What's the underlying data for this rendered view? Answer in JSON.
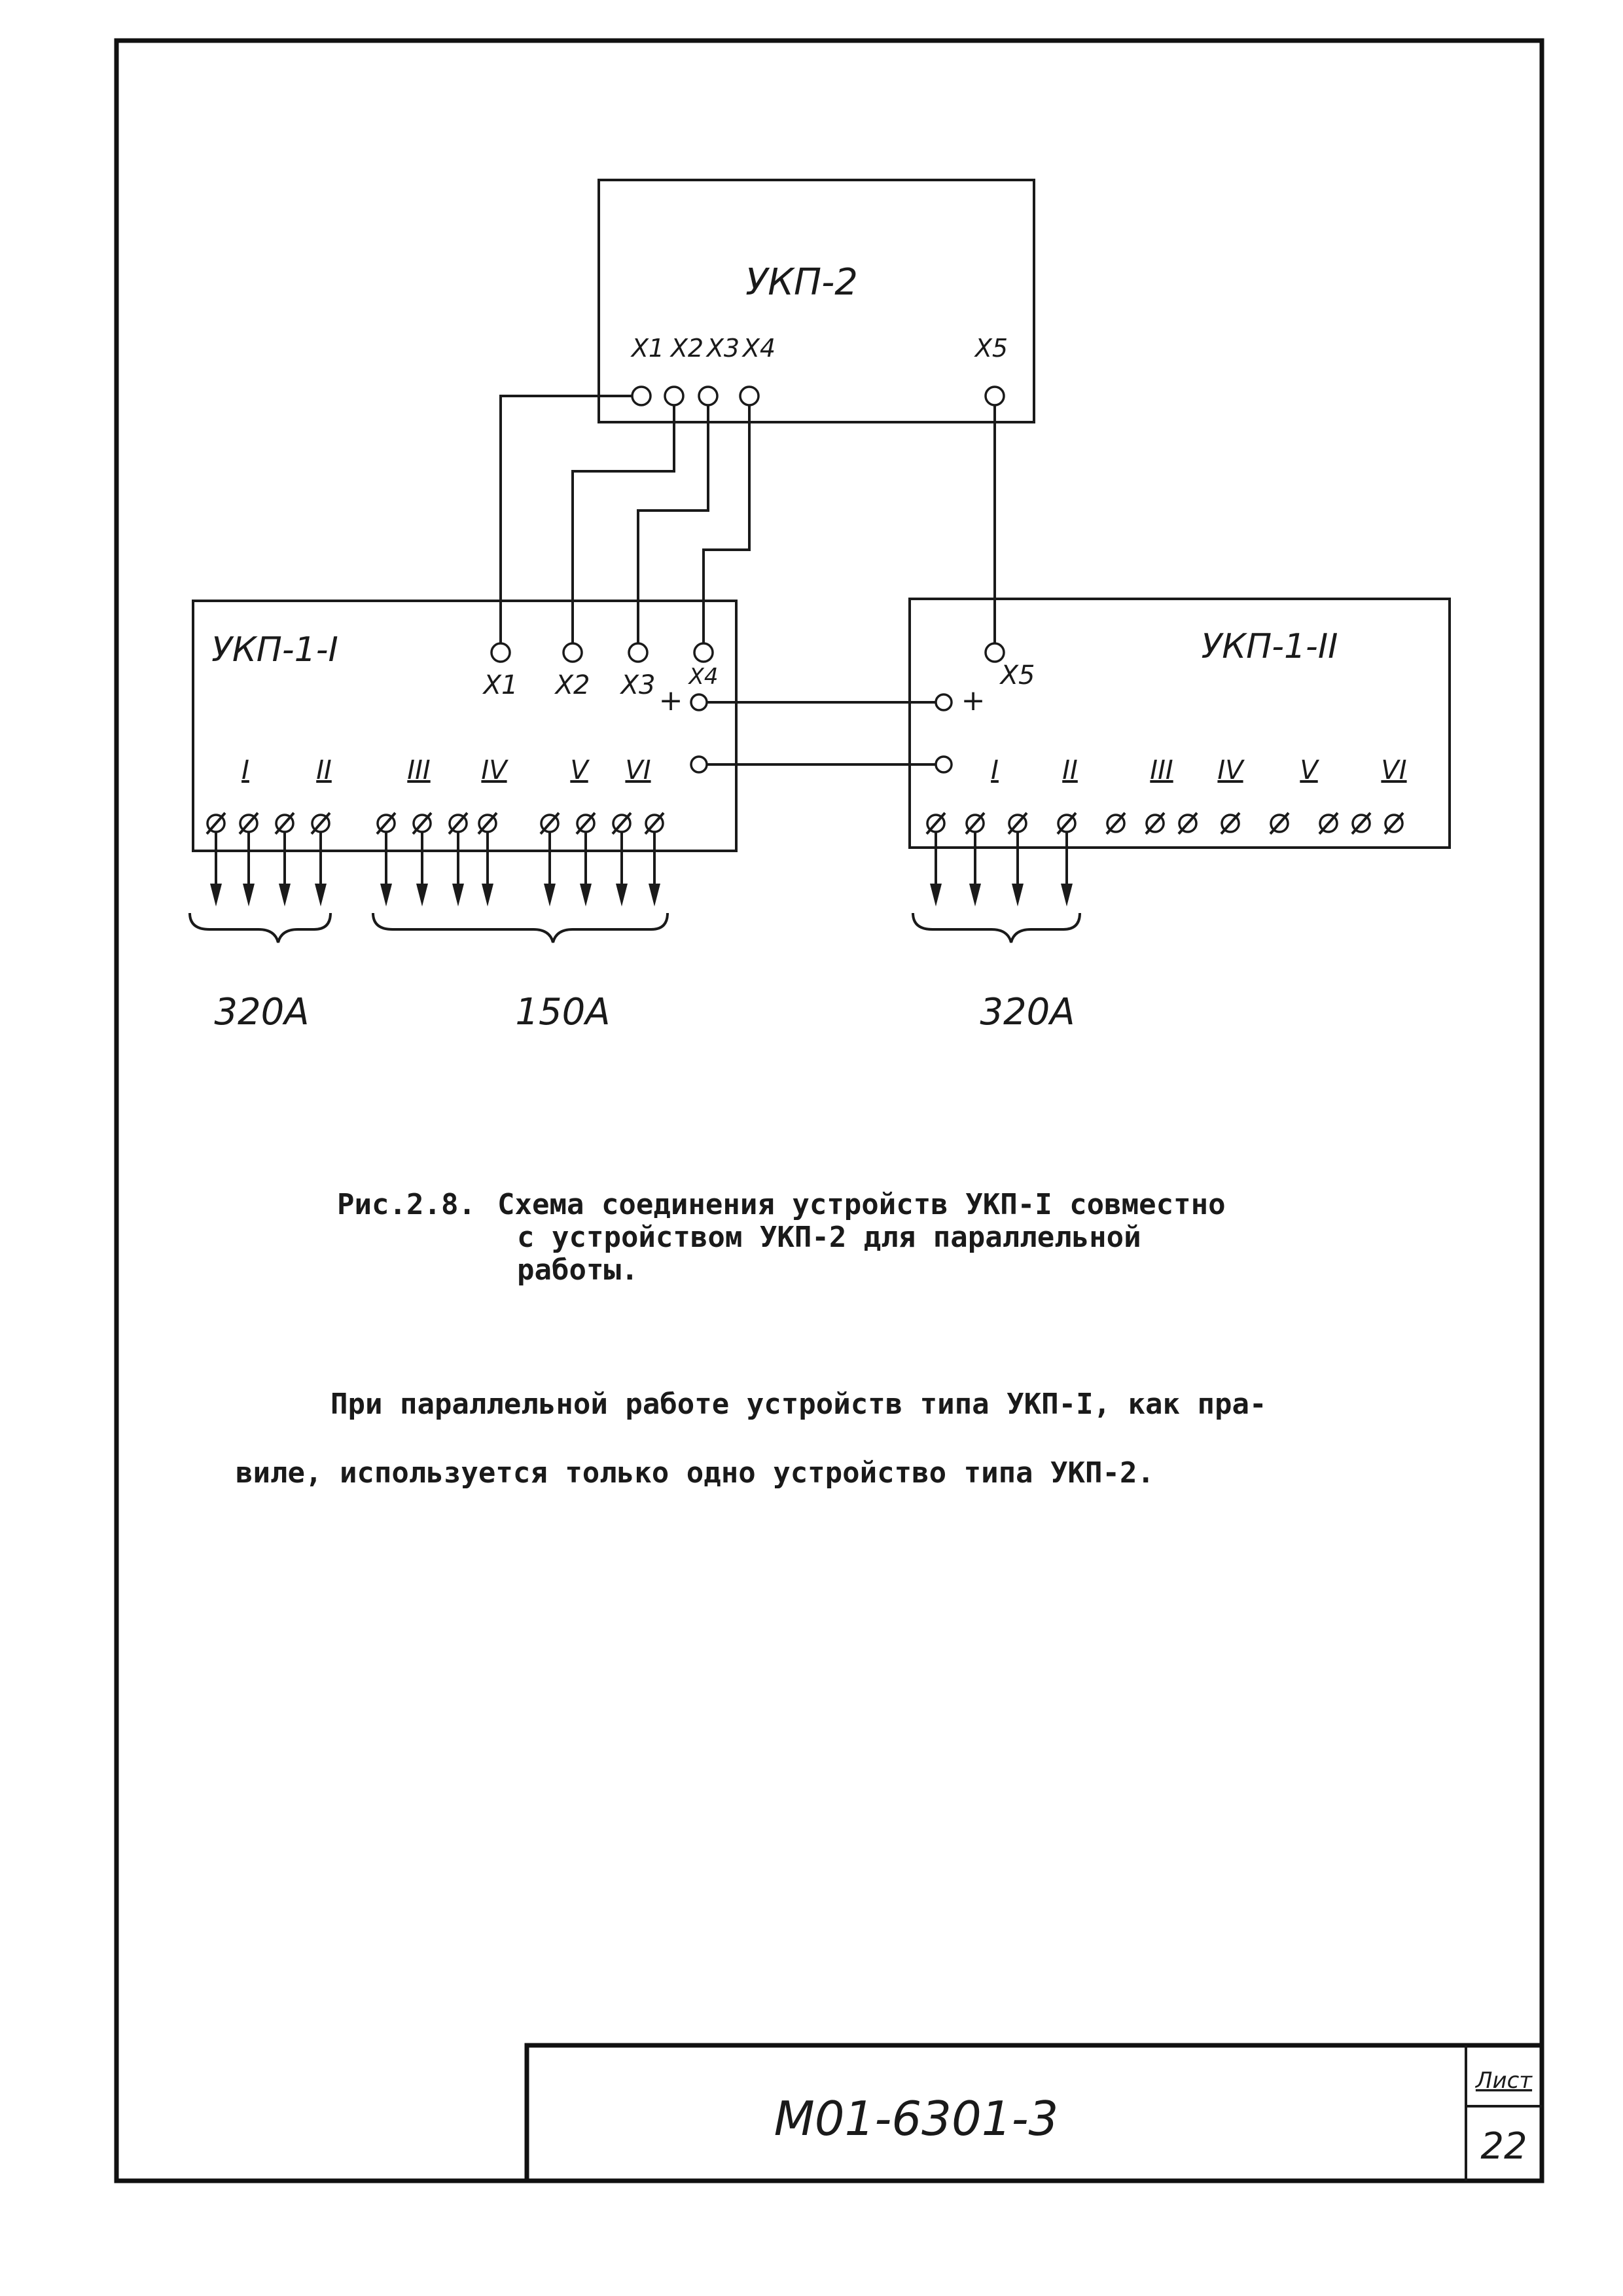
{
  "diagram": {
    "ukp2": {
      "title": "УКП-2",
      "terminals": [
        "X1",
        "X2",
        "X3",
        "X4",
        "X5"
      ]
    },
    "unit1": {
      "title": "УКП-1-I",
      "inputs": [
        "X1",
        "X2",
        "X3",
        "X4"
      ],
      "plus": "+",
      "groups": [
        "I",
        "II",
        "III",
        "IV",
        "V",
        "VI"
      ]
    },
    "unit2": {
      "title": "УКП-1-II",
      "inputs": [
        "X5"
      ],
      "plus": "+",
      "groups": [
        "I",
        "II",
        "III",
        "IV",
        "V",
        "VI"
      ]
    },
    "currents": [
      "320А",
      "150А",
      "320А"
    ]
  },
  "caption": {
    "number": "Рис.2.8.",
    "line1": "Схема соединения устройств УКП-I совместно",
    "line2": "с устройством УКП-2 для параллельной",
    "line3": "работы."
  },
  "body": {
    "line1": "При параллельной работе устройств типа УКП-I, как пра-",
    "line2": "виле, используется только одно устройство типа УКП-2."
  },
  "stamp": {
    "code": "М01-6301-3",
    "sheet_label": "Лист",
    "sheet_number": "22"
  }
}
